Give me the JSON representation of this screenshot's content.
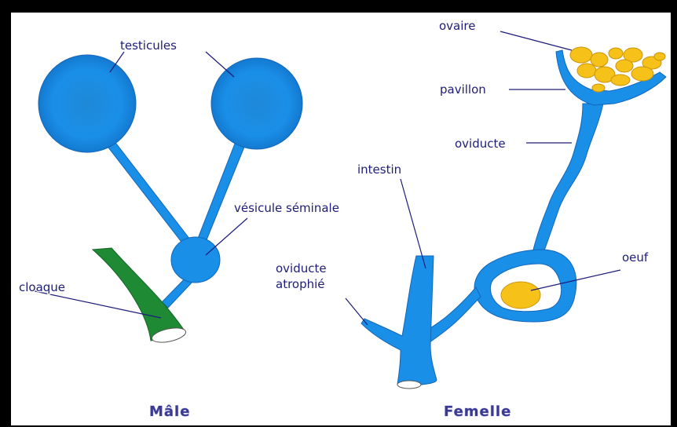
{
  "male": {
    "title": "Mâle",
    "labels": {
      "testicules": "testicules",
      "vesicule": "vésicule séminale",
      "cloaque": "cloaque"
    }
  },
  "female": {
    "title": "Femelle",
    "labels": {
      "ovaire": "ovaire",
      "pavillon": "pavillon",
      "oviducte": "oviducte",
      "intestin": "intestin",
      "oviducte_atrophie_1": "oviducte",
      "oviducte_atrophie_2": "atrophié",
      "oeuf": "oeuf"
    }
  },
  "colors": {
    "organ_blue": "#1a8fe8",
    "organ_blue_dark": "#1466b8",
    "cloaca_green": "#1e8a34",
    "egg_yellow": "#f6c21a",
    "label_text": "#1d1d78",
    "frame": "#000000"
  }
}
